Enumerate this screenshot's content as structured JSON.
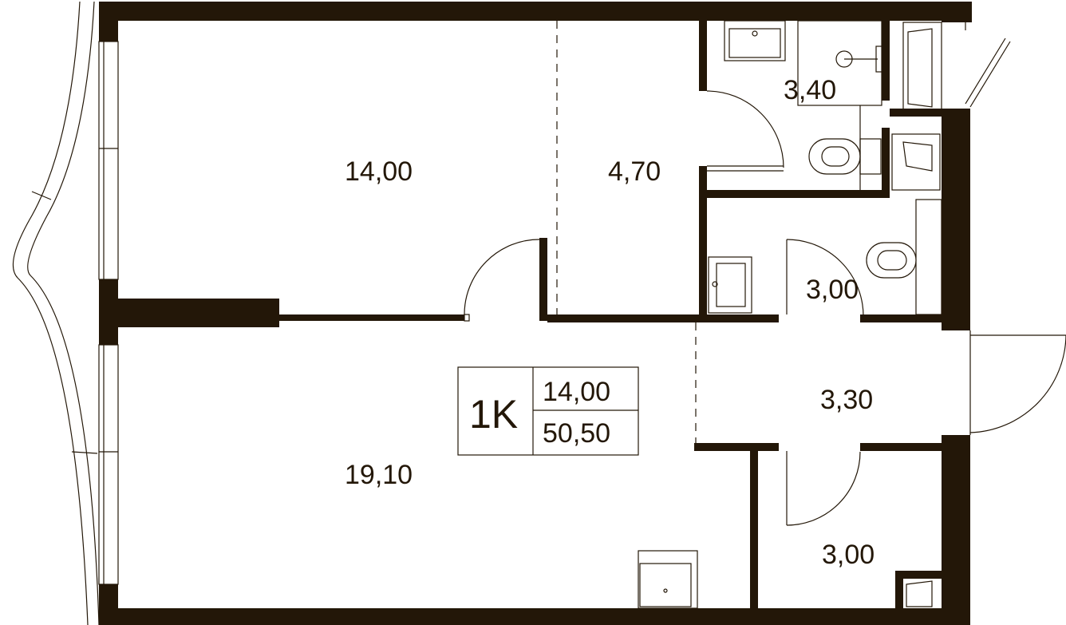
{
  "rooms": {
    "room_upper_left": "14,00",
    "hall_upper": "4,70",
    "bath_upper": "3,40",
    "wc_middle": "3,00",
    "hall_entry": "3,30",
    "living_lower": "19,10",
    "storage_lower": "3,00"
  },
  "summary": {
    "type": "1K",
    "living_area": "14,00",
    "total_area": "50,50"
  },
  "colors": {
    "wall": "#231708",
    "background": "#ffffff"
  }
}
